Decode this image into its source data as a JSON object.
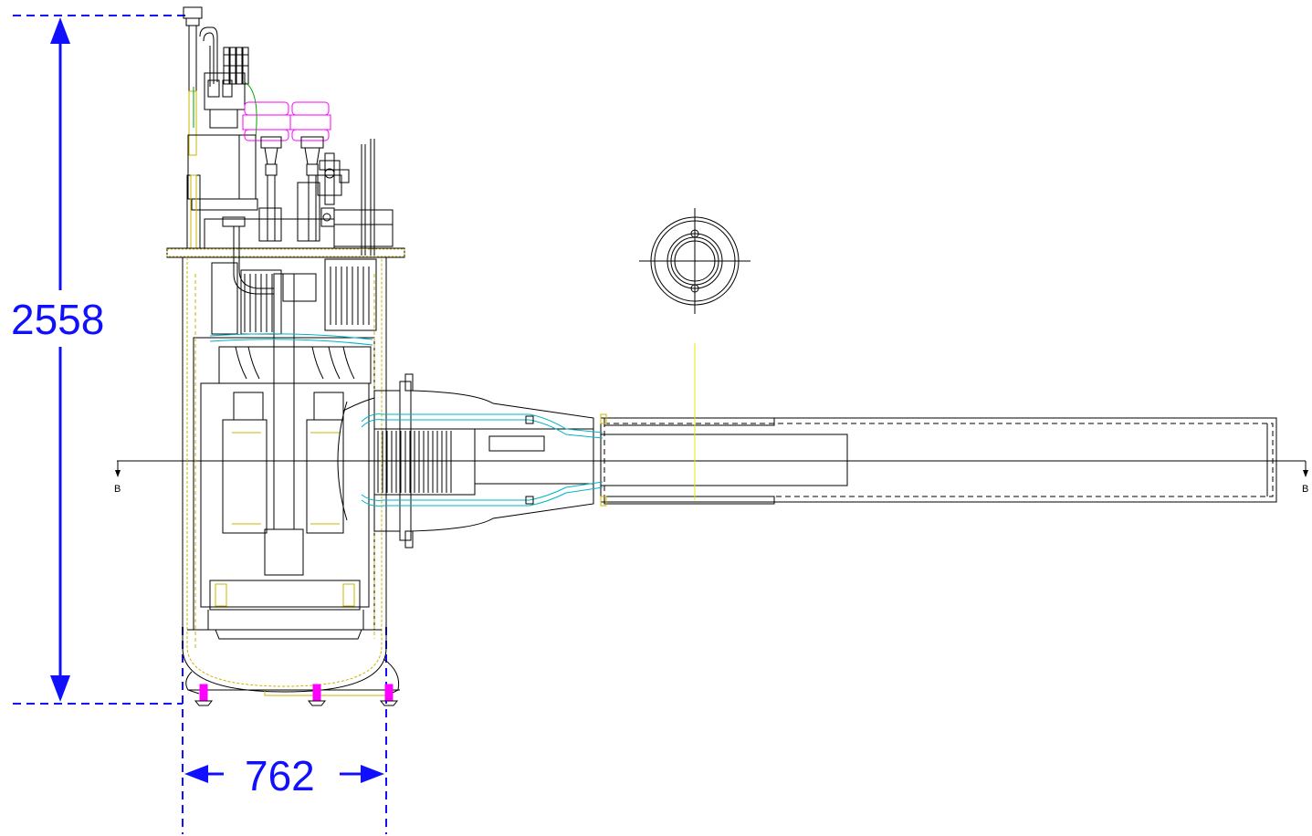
{
  "dimensions": {
    "height": "2558",
    "width": "762"
  },
  "section_markers": {
    "left": "B",
    "right": "B"
  },
  "colors": {
    "dimension": "#1010ff",
    "outline": "#000000",
    "insulation": "#c8b400",
    "coolant_line": "#00b4c8",
    "supports": "#ff00ff",
    "wiring": "#00a000",
    "centerline": "#e8e800"
  }
}
